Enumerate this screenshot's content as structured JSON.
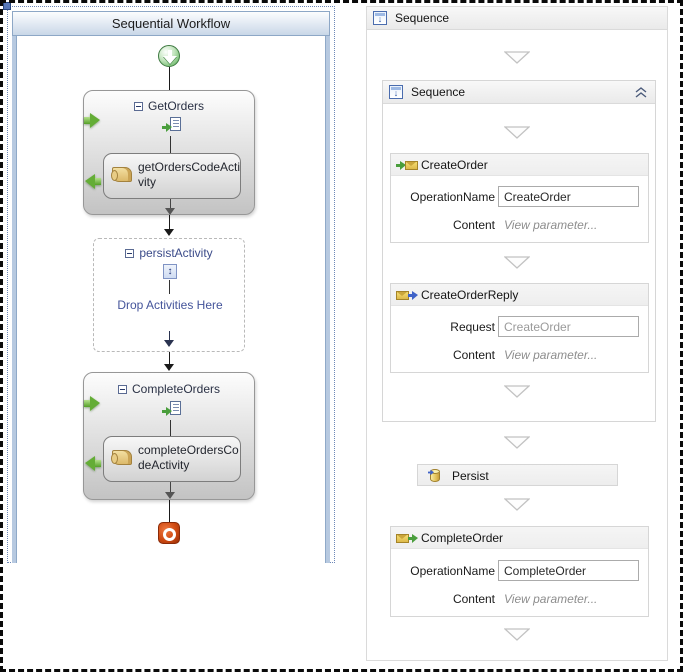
{
  "colors": {
    "designer_title_gradient_bottom": "#c9d7e8",
    "canvas_border_blue": "#b7c9e0",
    "activity_box_gray": "#c3c3c3",
    "green_arrow": "#64ad36",
    "terminate_red": "#cf4a12",
    "start_green": "#7cc178",
    "link_gray": "#8d8d8d",
    "header_gray": "#f5f5f5"
  },
  "icons": {
    "start": "green-circle-down-arrow",
    "terminate": "red-square-white-ring",
    "collapse_minus": "square-minus",
    "code_activity": "parchment-scroll",
    "handlers": "document-with-green-arrow",
    "persist_wf3": "square-vertical-arrows",
    "sequence_wf4": "blue-window-down-arrow",
    "receive": "green-arrow-into-envelope",
    "send_reply": "envelope-blue-arrow-out",
    "receive_done": "envelope-green-arrow-out",
    "persist_wf4": "yellow-database-cylinder",
    "collapse_chevron": "double-up-chevron",
    "insertion_point": "hollow-down-triangle"
  },
  "left_designer": {
    "title": "Sequential Workflow",
    "get_orders": {
      "title": "GetOrders",
      "child": "getOrdersCodeActivity"
    },
    "persist_activity": {
      "title": "persistActivity",
      "drop_hint": "Drop Activities Here"
    },
    "complete_orders": {
      "title": "CompleteOrders",
      "child": "completeOrdersCodeActivity"
    }
  },
  "right_designer": {
    "root_sequence_title": "Sequence",
    "inner_sequence_title": "Sequence",
    "create_order": {
      "title": "CreateOrder",
      "operation_label": "OperationName",
      "operation_value": "CreateOrder",
      "content_label": "Content",
      "content_value": "View parameter..."
    },
    "create_order_reply": {
      "title": "CreateOrderReply",
      "request_label": "Request",
      "request_value": "CreateOrder",
      "content_label": "Content",
      "content_value": "View parameter..."
    },
    "persist_title": "Persist",
    "complete_order": {
      "title": "CompleteOrder",
      "operation_label": "OperationName",
      "operation_value": "CompleteOrder",
      "content_label": "Content",
      "content_value": "View parameter..."
    }
  }
}
